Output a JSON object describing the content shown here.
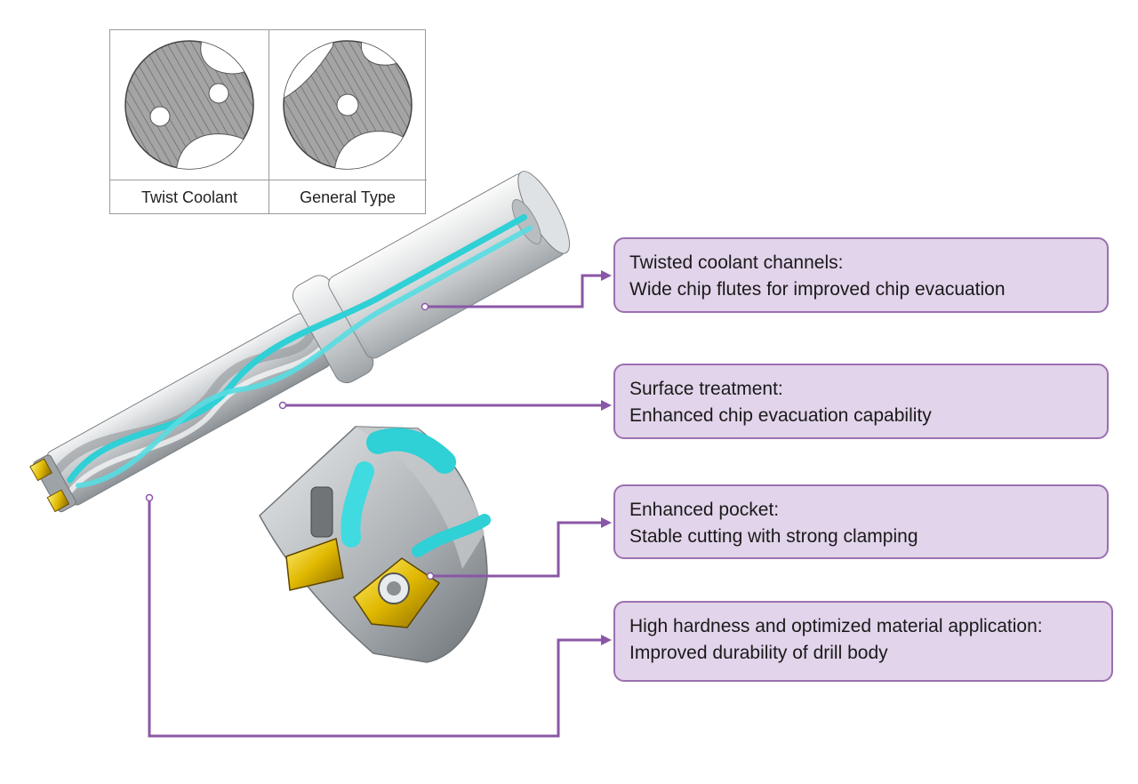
{
  "cross_sections": [
    {
      "label": "Twist Coolant",
      "icon": "twist-coolant-cross-section-icon"
    },
    {
      "label": "General Type",
      "icon": "general-type-cross-section-icon"
    }
  ],
  "callouts": [
    {
      "title": "Twisted coolant channels:",
      "detail": "Wide chip flutes for improved chip evacuation"
    },
    {
      "title": "Surface treatment:",
      "detail": "Enhanced chip evacuation capability"
    },
    {
      "title": "Enhanced pocket:",
      "detail": "Stable cutting with strong clamping"
    },
    {
      "title": "High hardness and optimized material application:",
      "detail": "Improved durability of drill body"
    }
  ],
  "colors": {
    "callout_fill": "#e2d4ea",
    "callout_border": "#9b6fb0",
    "leader_line": "#8a57a6",
    "coolant": "#2fd0d6",
    "insert": "#d9b400",
    "body": "#c9cdd1"
  },
  "icons": [
    "drill-body-illustration",
    "insert-pocket-closeup-illustration"
  ]
}
